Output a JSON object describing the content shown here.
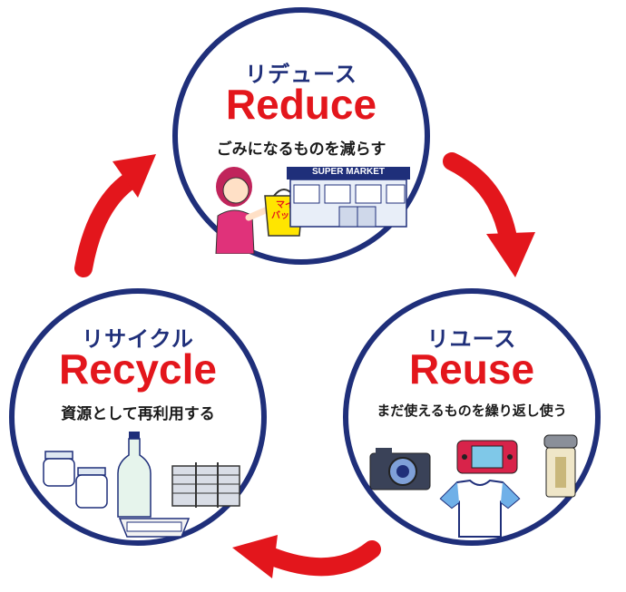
{
  "reduce": {
    "kana": "リデュース",
    "english": "Reduce",
    "description": "ごみになるものを減らす",
    "store_sign": "SUPER MARKET",
    "bag_label_1": "マイ",
    "bag_label_2": "バッグ"
  },
  "reuse": {
    "kana": "リユース",
    "english": "Reuse",
    "description": "まだ使えるものを繰り返し使う"
  },
  "recycle": {
    "kana": "リサイクル",
    "english": "Recycle",
    "description": "資源として再利用する"
  },
  "colors": {
    "navy": "#1f2f7a",
    "red": "#e3161c",
    "arrow": "#e3161c"
  },
  "icons": [
    "shopping-bag-icon",
    "supermarket-icon",
    "shopper-icon",
    "camera-icon",
    "game-console-icon",
    "tshirt-icon",
    "thermos-pot-icon",
    "glass-jar-icon",
    "glass-bottle-icon",
    "newspaper-bundle-icon",
    "food-tray-icon",
    "cycle-arrow-icon"
  ]
}
